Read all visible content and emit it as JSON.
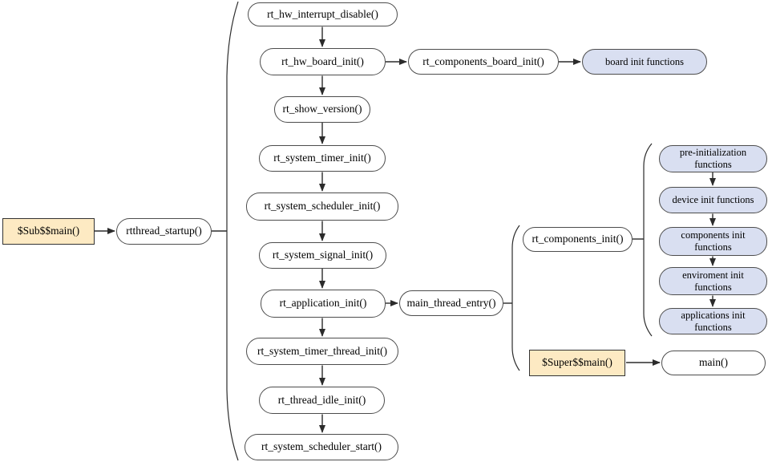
{
  "colors": {
    "node_fill": "#ffffff",
    "node_border": "#4d4d4d",
    "blue_fill": "#d9dff1",
    "tan_fill": "#fdeac3",
    "tan_border": "#333333",
    "line_color": "#2b2b2b"
  },
  "nodes": {
    "sub_main": "$Sub$$main()",
    "rtthread_startup": "rtthread_startup()",
    "rt_hw_interrupt_disable": "rt_hw_interrupt_disable()",
    "rt_hw_board_init": "rt_hw_board_init()",
    "rt_components_board_init": "rt_components_board_init()",
    "board_init_functions": "board init functions",
    "rt_show_version": "rt_show_version()",
    "rt_system_timer_init": "rt_system_timer_init()",
    "rt_system_scheduler_init": "rt_system_scheduler_init()",
    "rt_system_signal_init": "rt_system_signal_init()",
    "rt_application_init": "rt_application_init()",
    "main_thread_entry": "main_thread_entry()",
    "rt_system_timer_thread_init": "rt_system_timer_thread_init()",
    "rt_thread_idle_init": "rt_thread_idle_init()",
    "rt_system_scheduler_start": "rt_system_scheduler_start()",
    "rt_components_init": "rt_components_init()",
    "super_main": "$Super$$main()",
    "main": "main()",
    "pre_initialization_functions": "pre-initialization functions",
    "device_init_functions": "device init functions",
    "components_init_functions": "components init functions",
    "environment_init_functions": "enviroment init functions",
    "applications_init_functions": "applications init functions"
  },
  "edges": [
    {
      "from": "$Sub$$main()",
      "to": "rtthread_startup()"
    },
    {
      "from": "rtthread_startup()",
      "to": "startup-sequence-brace"
    },
    {
      "from": "rt_hw_interrupt_disable()",
      "to": "rt_hw_board_init()"
    },
    {
      "from": "rt_hw_board_init()",
      "to": "rt_components_board_init()"
    },
    {
      "from": "rt_components_board_init()",
      "to": "board init functions"
    },
    {
      "from": "rt_hw_board_init()",
      "to": "rt_show_version()"
    },
    {
      "from": "rt_show_version()",
      "to": "rt_system_timer_init()"
    },
    {
      "from": "rt_system_timer_init()",
      "to": "rt_system_scheduler_init()"
    },
    {
      "from": "rt_system_scheduler_init()",
      "to": "rt_system_signal_init()"
    },
    {
      "from": "rt_system_signal_init()",
      "to": "rt_application_init()"
    },
    {
      "from": "rt_application_init()",
      "to": "main_thread_entry()"
    },
    {
      "from": "rt_application_init()",
      "to": "rt_system_timer_thread_init()"
    },
    {
      "from": "rt_system_timer_thread_init()",
      "to": "rt_thread_idle_init()"
    },
    {
      "from": "rt_thread_idle_init()",
      "to": "rt_system_scheduler_start()"
    },
    {
      "from": "main_thread_entry()",
      "to": "main-thread-brace"
    },
    {
      "from": "rt_components_init()",
      "to": "components-init-brace"
    },
    {
      "from": "pre-initialization functions",
      "to": "device init functions"
    },
    {
      "from": "device init functions",
      "to": "components init functions"
    },
    {
      "from": "components init functions",
      "to": "enviroment init functions"
    },
    {
      "from": "enviroment init functions",
      "to": "applications init functions"
    },
    {
      "from": "$Super$$main()",
      "to": "main()"
    }
  ]
}
